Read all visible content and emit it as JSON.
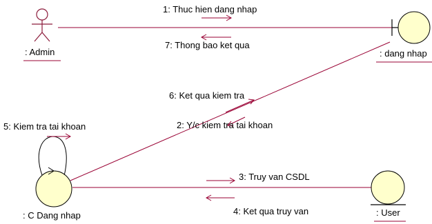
{
  "diagram": {
    "type": "UML communication diagram",
    "line_color": "#990033",
    "actor_color": "#8B1A3A",
    "object_fill": "#FFFFCC",
    "object_stroke": "#000000"
  },
  "objects": {
    "admin": {
      "label": ": Admin",
      "shape": "actor"
    },
    "boundary": {
      "label": ": dang nhap",
      "shape": "boundary"
    },
    "control": {
      "label": ": C Dang nhap",
      "shape": "control"
    },
    "user": {
      "label": ": User",
      "shape": "entity"
    }
  },
  "messages": {
    "m1": {
      "label": "1: Thuc hien dang nhap",
      "direction": "right"
    },
    "m7": {
      "label": "7: Thong bao ket qua",
      "direction": "left"
    },
    "m6": {
      "label": "6: Ket qua kiem tra",
      "direction": "up-right"
    },
    "m2": {
      "label": "2: Y/c kiem tra tai khoan",
      "direction": "down-left"
    },
    "m5": {
      "label": "5: Kiem tra tai khoan",
      "direction": "right"
    },
    "m3": {
      "label": "3: Truy van CSDL",
      "direction": "right"
    },
    "m4": {
      "label": "4: Ket qua truy van",
      "direction": "left"
    }
  }
}
